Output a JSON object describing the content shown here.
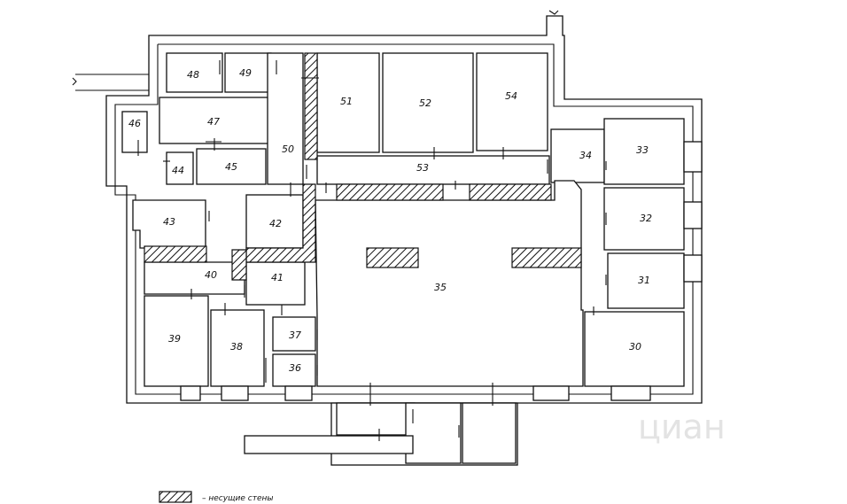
{
  "rooms": {
    "r30": "30",
    "r31": "31",
    "r32": "32",
    "r33": "33",
    "r34": "34",
    "r35": "35",
    "r36": "36",
    "r37": "37",
    "r38": "38",
    "r39": "39",
    "r40": "40",
    "r41": "41",
    "r42": "42",
    "r43": "43",
    "r44": "44",
    "r45": "45",
    "r46": "46",
    "r47": "47",
    "r48": "48",
    "r49": "49",
    "r50": "50",
    "r51": "51",
    "r52": "52",
    "r53": "53",
    "r54": "54"
  },
  "legend": {
    "text": "– несущие стены"
  },
  "watermark": {
    "text": "циан"
  }
}
